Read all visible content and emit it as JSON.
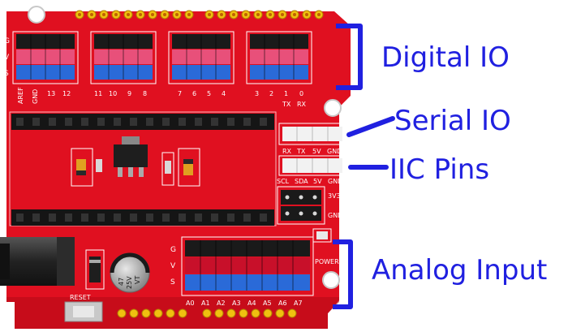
{
  "board": {
    "gvs_labels": [
      "G",
      "V",
      "S"
    ],
    "digital_pin_labels": [
      "AREF",
      "GND",
      "13",
      "12",
      "11",
      "10",
      "9",
      "8",
      "7",
      "6",
      "5",
      "4",
      "3",
      "2",
      "1",
      "0"
    ],
    "tx_label": "TX",
    "rx_label": "RX",
    "serial_header_labels": [
      "RX",
      "TX",
      "5V",
      "GND"
    ],
    "iic_header_labels": [
      "SCL",
      "SDA",
      "5V",
      "GND"
    ],
    "v33_label": "3V3",
    "gnd_label": "GND",
    "analog_pin_labels": [
      "A0",
      "A1",
      "A2",
      "A3",
      "A4",
      "A5",
      "A6",
      "A7"
    ],
    "power_label": "POWER",
    "reset_label": "RESET",
    "capacitor_text": [
      "47",
      "25V",
      "VT"
    ]
  },
  "callouts": {
    "digital_io": "Digital IO",
    "serial_io": "Serial IO",
    "iic_pins": "IIC Pins",
    "analog_input": "Analog Input"
  },
  "colors": {
    "board_red": "#e01020",
    "header_black": "#1a1a1a",
    "pin_pink": "#e8507a",
    "pin_blue": "#2a6ad8",
    "callout_blue": "#2020e0"
  }
}
